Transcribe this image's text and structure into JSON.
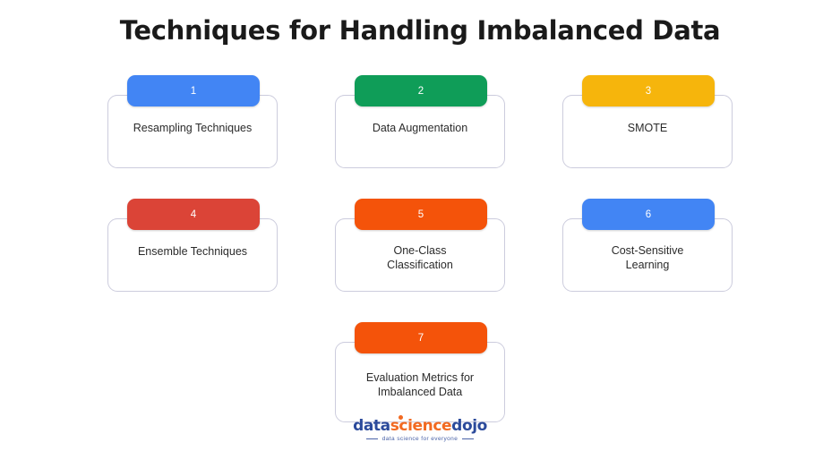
{
  "title": "Techniques for Handling Imbalanced Data",
  "colors": {
    "blue": "#4285f4",
    "green": "#0f9d58",
    "yellow": "#f6b50c",
    "red": "#db4437",
    "orange": "#f4530a",
    "card_border": "#ccccdd",
    "title_text": "#1a1a1a",
    "label_text": "#2b2b2b",
    "logo_blue": "#2b4a9b",
    "logo_orange": "#f26a21"
  },
  "rows": [
    {
      "cards": [
        {
          "number": "1",
          "label": "Resampling Techniques",
          "color": "#4285f4",
          "lines": 1
        },
        {
          "number": "2",
          "label": "Data Augmentation",
          "color": "#0f9d58",
          "lines": 1
        },
        {
          "number": "3",
          "label": "SMOTE",
          "color": "#f6b50c",
          "lines": 1
        }
      ]
    },
    {
      "cards": [
        {
          "number": "4",
          "label": "Ensemble Techniques",
          "color": "#db4437",
          "lines": 1
        },
        {
          "number": "5",
          "label": "One-Class\nClassification",
          "color": "#f4530a",
          "lines": 2
        },
        {
          "number": "6",
          "label": "Cost-Sensitive\nLearning",
          "color": "#4285f4",
          "lines": 2
        }
      ]
    },
    {
      "cards": [
        {
          "number": "7",
          "label": "Evaluation Metrics for\nImbalanced Data",
          "color": "#f4530a",
          "lines": 2
        }
      ]
    }
  ],
  "logo": {
    "part1": "data",
    "part2": "science",
    "part3": "dojo",
    "tagline": "data science for everyone"
  }
}
